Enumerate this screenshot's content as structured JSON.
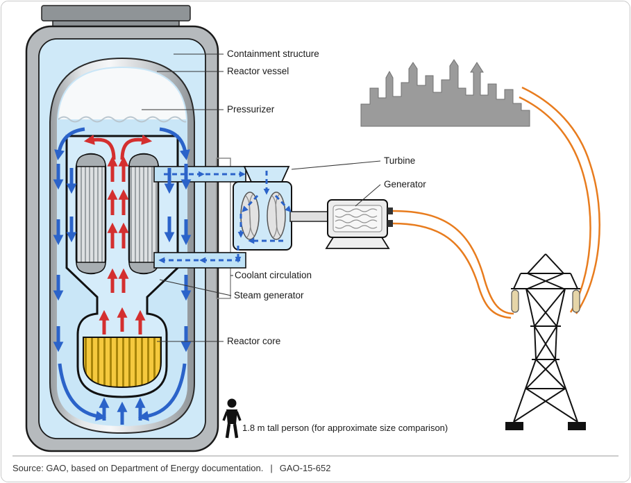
{
  "labels": {
    "containment_structure": "Containment structure",
    "reactor_vessel": "Reactor vessel",
    "pressurizer": "Pressurizer",
    "turbine": "Turbine",
    "generator": "Generator",
    "coolant_circulation": "Coolant circulation",
    "steam_generator": "Steam generator",
    "reactor_core": "Reactor core",
    "person_note": "1.8 m tall person (for approximate size comparison)"
  },
  "footer": {
    "source": "Source: GAO, based on Department of Energy documentation.",
    "separator": "|",
    "report_id": "GAO-15-652"
  },
  "colors": {
    "coolant_blue": "#2b63c9",
    "hot_red": "#d42f2f",
    "power_orange": "#e87c1e",
    "core_yellow": "#f5c93e",
    "containment_gray": "#b6babd",
    "water_light_blue": "#c9e6f7",
    "city_gray": "#9b9b9b"
  }
}
